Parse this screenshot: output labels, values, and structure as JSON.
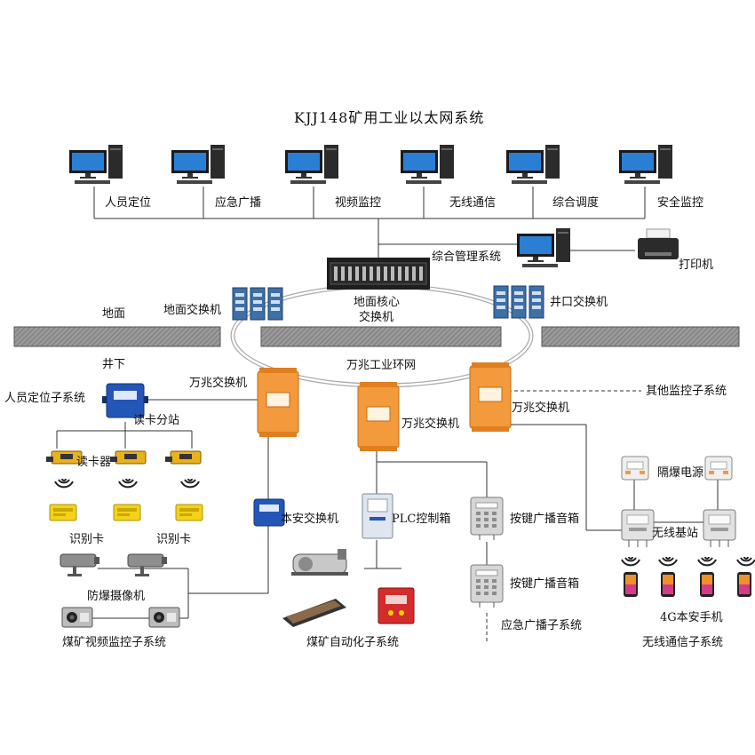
{
  "title": "KJJ148矿用工业以太网系统",
  "workstations": [
    "人员定位",
    "应急广播",
    "视频监控",
    "无线通信",
    "综合调度",
    "安全监控"
  ],
  "mgmt": "综合管理系统",
  "printer": "打印机",
  "surface_label": "地面",
  "underground_label": "井下",
  "ground_switch": "地面交换机",
  "core_switch_line1": "地面核心",
  "core_switch_line2": "交换机",
  "shaft_switch": "井口交换机",
  "ring_label": "万兆工业环网",
  "gigabit_switch_1": "万兆交换机",
  "gigabit_switch_2": "万兆交换机",
  "gigabit_switch_3": "万兆交换机",
  "other_monitor": "其他监控子系统",
  "person_loc_sub": "人员定位子系统",
  "card_station": "读卡分站",
  "card_reader": "读卡器",
  "id_card_1": "识别卡",
  "id_card_2": "识别卡",
  "intrinsic_switch": "本安交换机",
  "plc": "PLC控制箱",
  "broadcast_box_1": "按键广播音箱",
  "broadcast_box_2": "按键广播音箱",
  "emergency_sub": "应急广播子系统",
  "explosion_power": "隔爆电源",
  "wireless_base": "无线基站",
  "handset": "4G本安手机",
  "wireless_sub": "无线通信子系统",
  "camera": "防爆摄像机",
  "video_sub": "煤矿视频监控子系统",
  "automation_sub": "煤矿自动化子系统",
  "colors": {
    "orange": "#f39a3c",
    "blue": "#2456b8",
    "gray": "#8a8a8a",
    "line": "#333333"
  }
}
